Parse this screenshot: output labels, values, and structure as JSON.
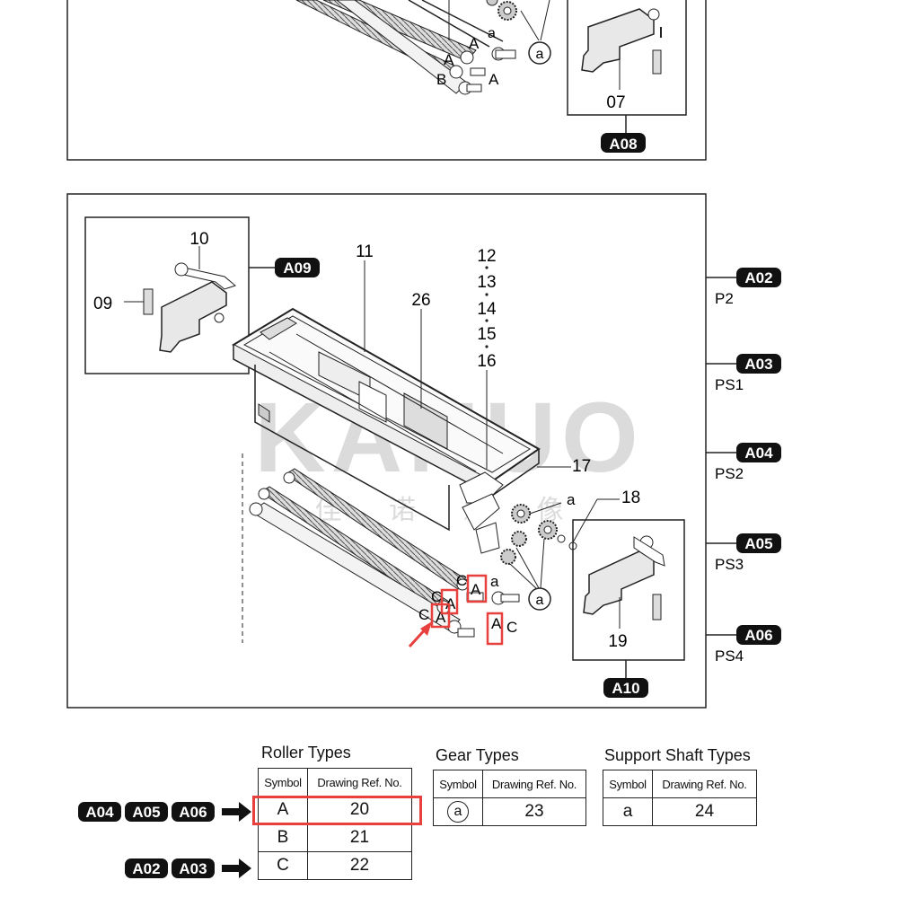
{
  "top_figure": {
    "callouts": {
      "part_07": "07",
      "assembly_a08": "A08"
    },
    "markers": {
      "a": "a",
      "A1": "A",
      "A2": "A",
      "A3": "A",
      "B": "B"
    },
    "circle_marker": "a"
  },
  "main_figure": {
    "assemblies": {
      "a09": "A09",
      "a10": "A10"
    },
    "parts": {
      "p09": "09",
      "p10": "10",
      "p11": "11",
      "p12": "12",
      "p13": "13",
      "p14": "14",
      "p15": "15",
      "p16": "16",
      "p17": "17",
      "p18": "18",
      "p19": "19",
      "p26": "26"
    },
    "markers": {
      "a_gear": "a",
      "a_shaft": "a",
      "C1": "C",
      "C2": "C",
      "C3": "C",
      "C4": "C",
      "A1": "A",
      "A2": "A",
      "A3": "A",
      "A4": "A"
    },
    "circle_marker": "a"
  },
  "side_legend": [
    {
      "badge": "A02",
      "label": "P2"
    },
    {
      "badge": "A03",
      "label": "PS1"
    },
    {
      "badge": "A04",
      "label": "PS2"
    },
    {
      "badge": "A05",
      "label": "PS3"
    },
    {
      "badge": "A06",
      "label": "PS4"
    }
  ],
  "watermark": {
    "brand": "KANUO",
    "sub": "佳 诺 影 像"
  },
  "tables": {
    "roller": {
      "title": "Roller Types",
      "headers": [
        "Symbol",
        "Drawing Ref. No."
      ],
      "rows": [
        [
          "A",
          "20"
        ],
        [
          "B",
          "21"
        ],
        [
          "C",
          "22"
        ]
      ]
    },
    "gear": {
      "title": "Gear Types",
      "headers": [
        "Symbol",
        "Drawing Ref. No."
      ],
      "rows": [
        [
          "a",
          "23"
        ]
      ]
    },
    "shaft": {
      "title": "Support Shaft Types",
      "headers": [
        "Symbol",
        "Drawing Ref. No."
      ],
      "rows": [
        [
          "a",
          "24"
        ]
      ]
    }
  },
  "pointers": {
    "row_a": [
      "A04",
      "A05",
      "A06"
    ],
    "row_c": [
      "A02",
      "A03"
    ]
  },
  "colors": {
    "highlight": "#e8403c",
    "line": "#222222",
    "badge_bg": "#111111"
  }
}
